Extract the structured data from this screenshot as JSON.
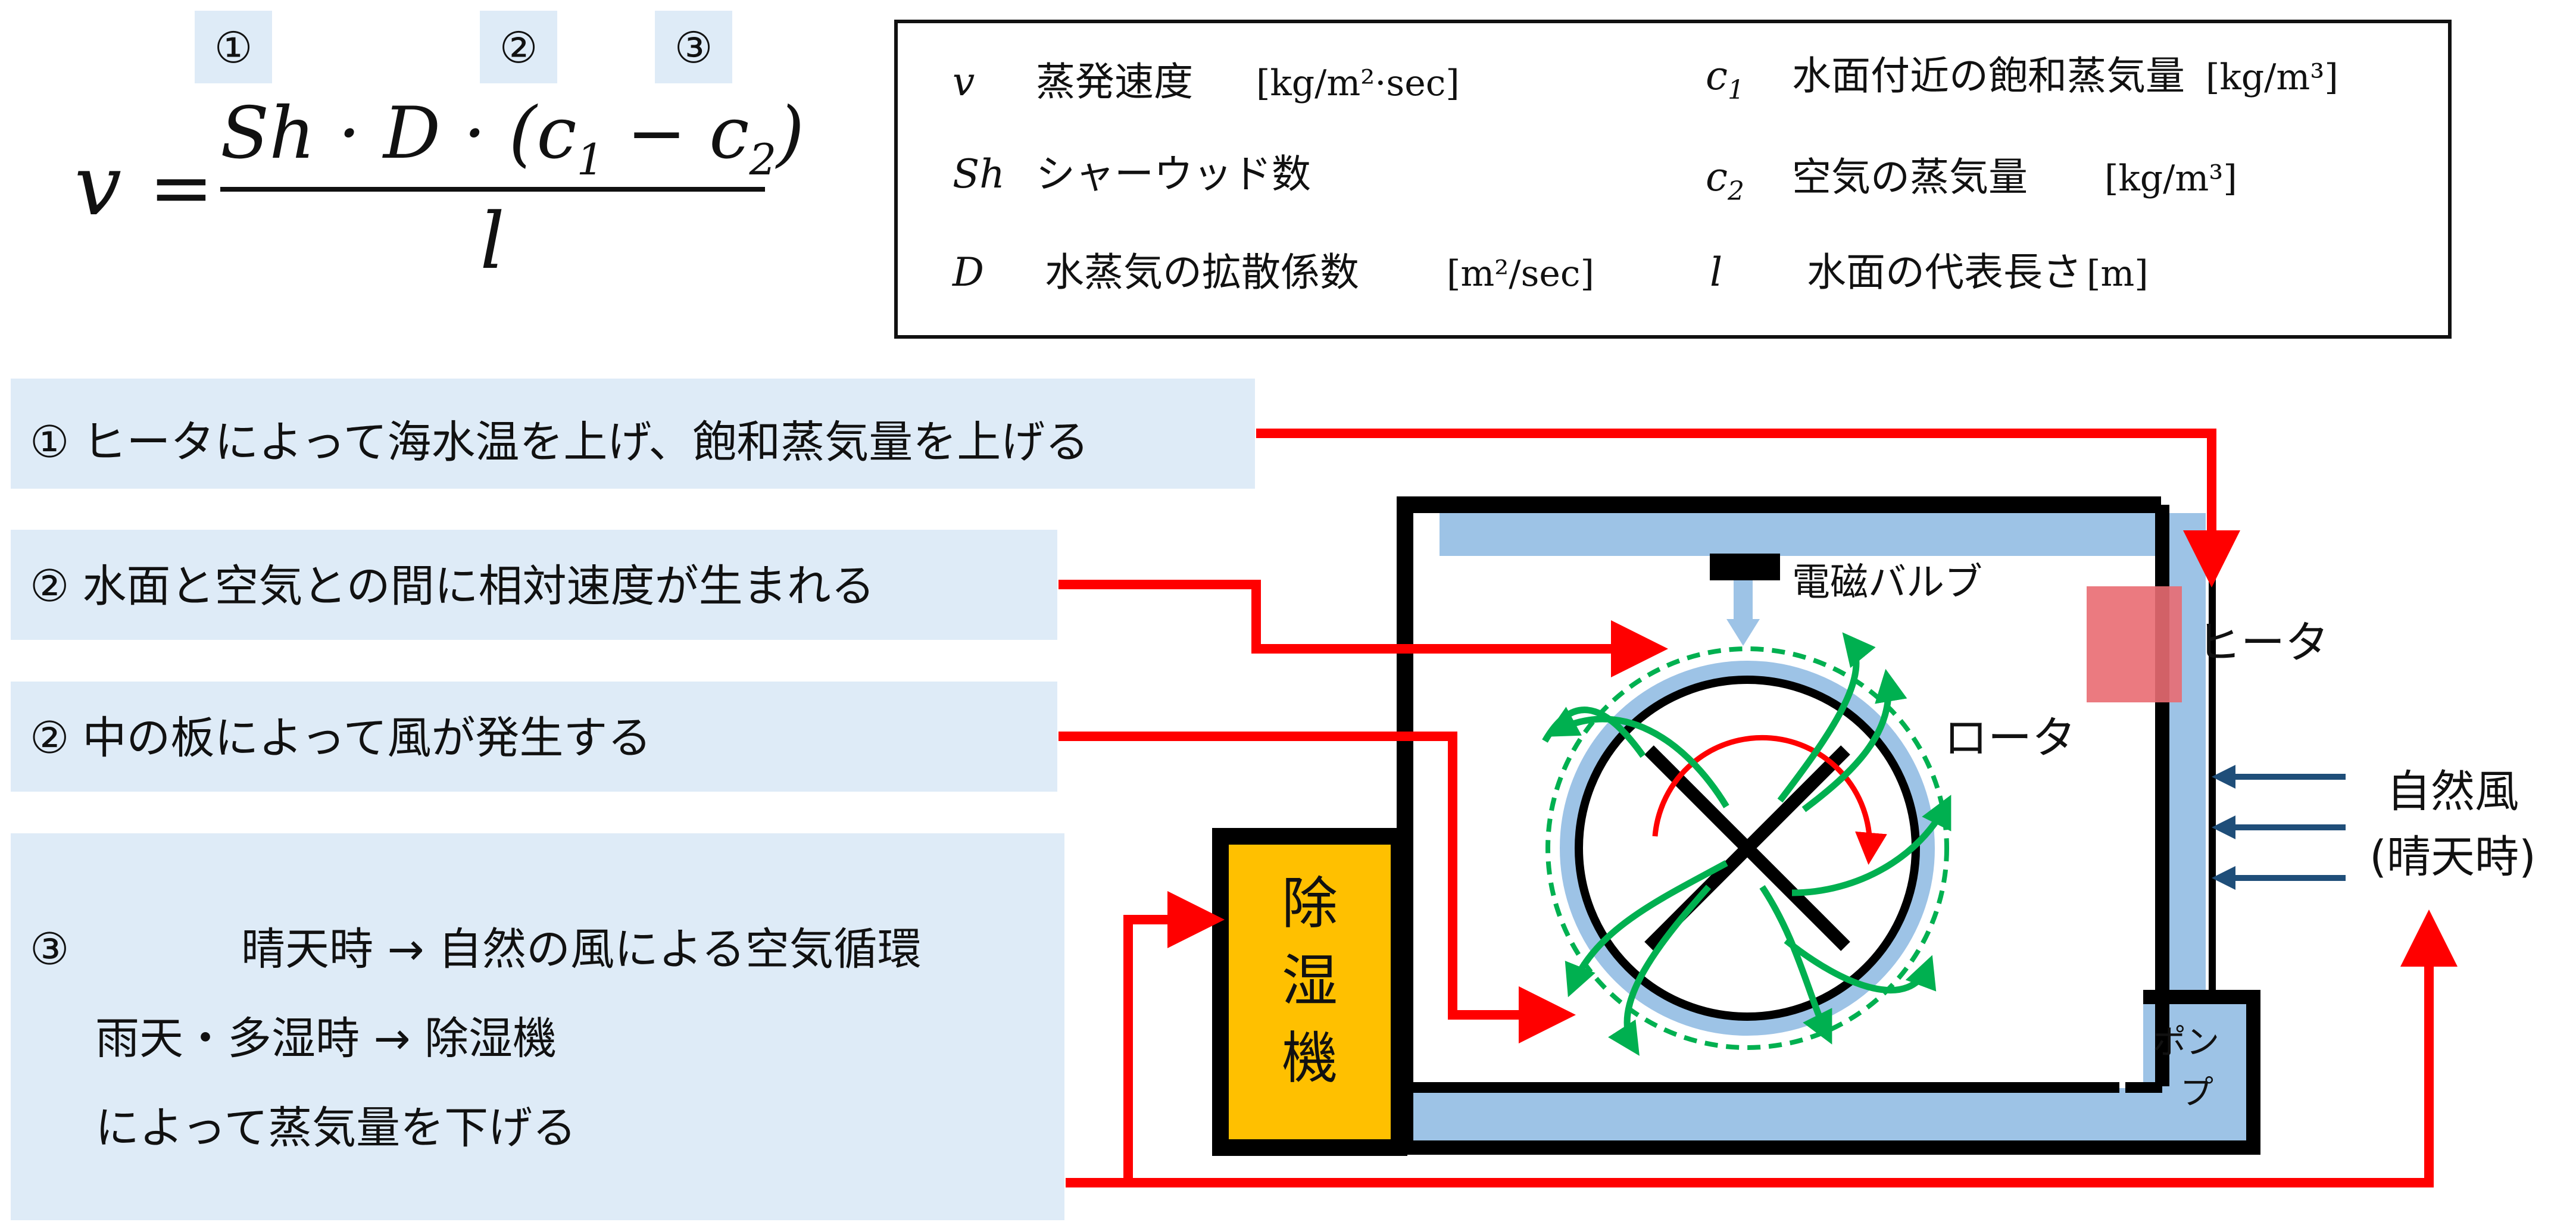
{
  "formula": {
    "lhs": "v",
    "eq": "=",
    "numerator": "Sh · D · (c",
    "num_c1_sub": "1",
    "num_minus": " − c",
    "num_c2_sub": "2",
    "num_close": ")",
    "denominator": "l",
    "markers": [
      "②",
      "①",
      "③"
    ]
  },
  "legend": {
    "rows": [
      {
        "sym": "v",
        "sub": "",
        "desc": "蒸発速度",
        "unit": "[kg/m²·sec]"
      },
      {
        "sym": "Sh",
        "sub": "",
        "desc": "シャーウッド数",
        "unit": ""
      },
      {
        "sym": "D",
        "sub": "",
        "desc": "水蒸気の拡散係数",
        "unit": "[m²/sec]"
      },
      {
        "sym": "c",
        "sub": "1",
        "desc": "水面付近の飽和蒸気量",
        "unit": "[kg/m³]"
      },
      {
        "sym": "c",
        "sub": "2",
        "desc": "空気の蒸気量",
        "unit": "[kg/m³]"
      },
      {
        "sym": "l",
        "sub": "",
        "desc": "水面の代表長さ",
        "unit": "[m]"
      }
    ]
  },
  "notes": [
    {
      "num": "①",
      "text": "ヒータによって海水温を上げ、飽和蒸気量を上げる"
    },
    {
      "num": "②",
      "text": "水面と空気との間に相対速度が生まれる"
    },
    {
      "num": "②",
      "text": "中の板によって風が発生する"
    },
    {
      "num": "③",
      "lines": [
        "晴天時 → 自然の風による空気循環",
        "雨天・多湿時 → 除湿機",
        "によって蒸気量を下げる"
      ]
    }
  ],
  "diagram": {
    "valve": "電磁バルブ",
    "heater": "ヒータ",
    "rotor": "ロータ",
    "dehumidifier": [
      "除",
      "湿",
      "機"
    ],
    "pump": [
      "ポン",
      "プ"
    ],
    "wind": [
      "自然風",
      "(晴天時)"
    ]
  },
  "colors": {
    "arrow_red": "#ff0000",
    "pipe_blue": "#9dc3e6",
    "panel_bg": "#deebf7",
    "flow_green": "#00b050",
    "dehumidifier_orange": "#ffc000",
    "heater_pink": "#e96b72",
    "wind_navy": "#1f4e79"
  }
}
